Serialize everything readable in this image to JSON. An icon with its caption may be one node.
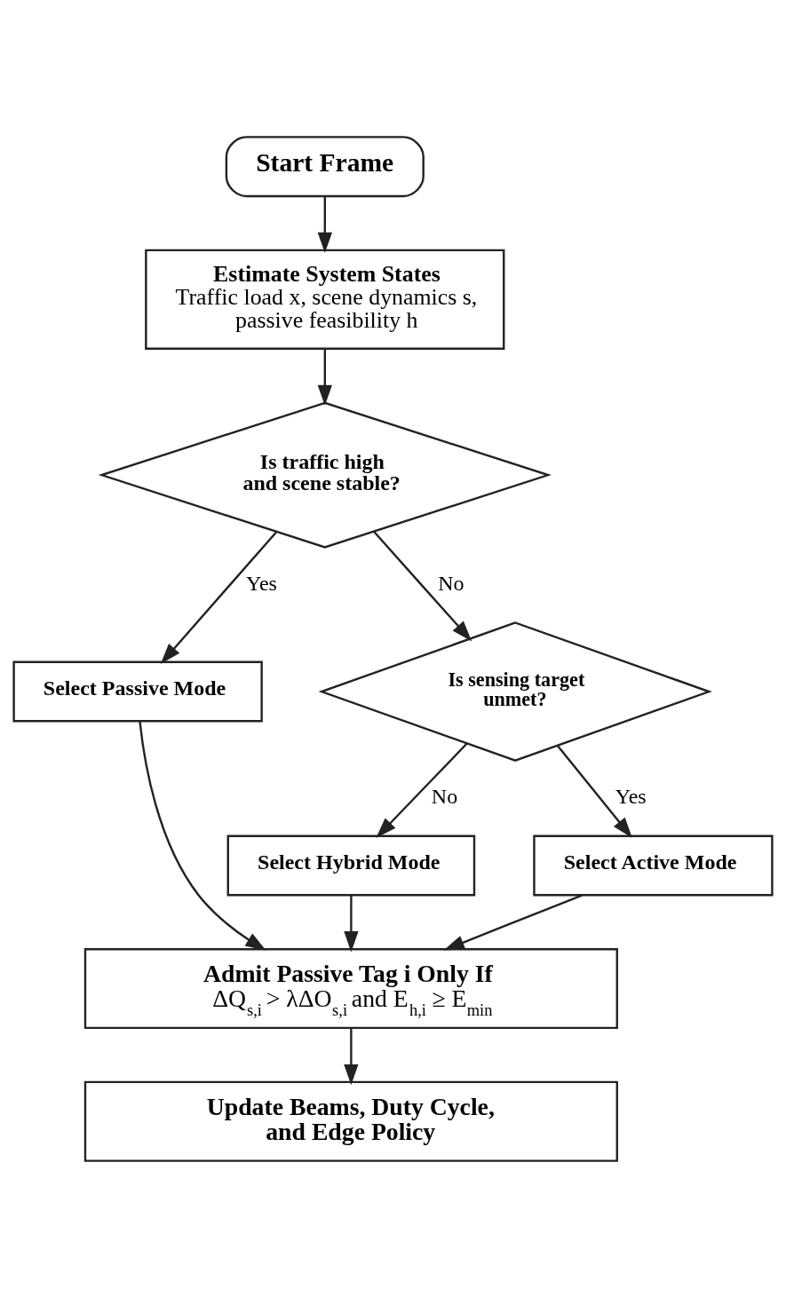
{
  "diagram": {
    "nodes": [
      {
        "text": [
          "Start Frame"
        ]
      },
      {
        "text": [
          "Estimate System States",
          "Traffic load x, scene dynamics s, passive feasibility h"
        ]
      },
      {
        "text": [
          "Is traffic high and scene stable?"
        ]
      },
      {
        "text": [
          "Select Passive Mode"
        ]
      },
      {
        "text": [
          "Is sensing target unmet?"
        ]
      },
      {
        "text": [
          "Select Hybrid Mode"
        ]
      },
      {
        "text": [
          "Select Active Mode"
        ]
      },
      {
        "text": [
          "Admit Passive Tag i Only If",
          "ΔQ$_{s,i}$ > λΔO$_{s,i}$ and E$_{h,i}$ ≥ E$_{min}$"
        ]
      },
      {
        "text": [
          "Update Beams, Duty Cycle, and Edge Policy"
        ]
      }
    ],
    "edges": [
      {
        "from": 0,
        "to": 1,
        "arrow": "to"
      },
      {
        "from": 1,
        "to": 2,
        "arrow": "to"
      },
      {
        "from": 2,
        "to": 3,
        "arrow": "to",
        "label": "Yes"
      },
      {
        "from": 2,
        "to": 4,
        "arrow": "to",
        "label": "No"
      },
      {
        "from": 4,
        "to": 5,
        "arrow": "to",
        "label": "No"
      },
      {
        "from": 4,
        "to": 6,
        "arrow": "to",
        "label": "Yes"
      },
      {
        "from": 3,
        "to": 7,
        "arrow": "to"
      },
      {
        "from": 5,
        "to": 7,
        "arrow": "to"
      },
      {
        "from": 6,
        "to": 7,
        "arrow": "to"
      },
      {
        "from": 7,
        "to": 8,
        "arrow": "to"
      }
    ]
  }
}
